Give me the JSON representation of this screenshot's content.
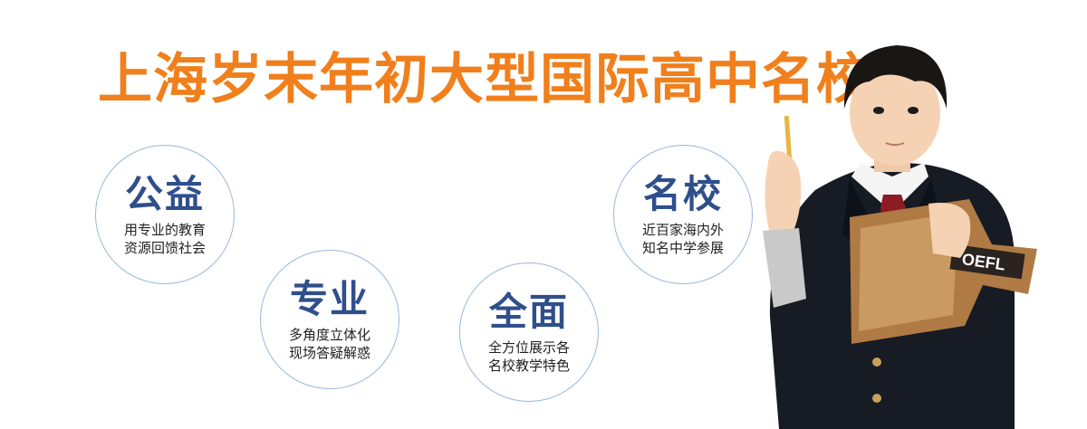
{
  "banner": {
    "title": "上海岁末年初大型国际高中名校展",
    "features": [
      {
        "head": "公益",
        "line1": "用专业的教育",
        "line2": "资源回馈社会"
      },
      {
        "head": "专业",
        "line1": "多角度立体化",
        "line2": "现场答疑解惑"
      },
      {
        "head": "全面",
        "line1": "全方位展示各",
        "line2": "名校教学特色"
      },
      {
        "head": "名校",
        "line1": "近百家海内外",
        "line2": "知名中学参展"
      }
    ],
    "book_text": "OEFL"
  },
  "colors": {
    "title": "#f07f1c",
    "feature_head": "#2f4f8c",
    "circle_border": "#9ab8de",
    "background": "#ffffff"
  }
}
